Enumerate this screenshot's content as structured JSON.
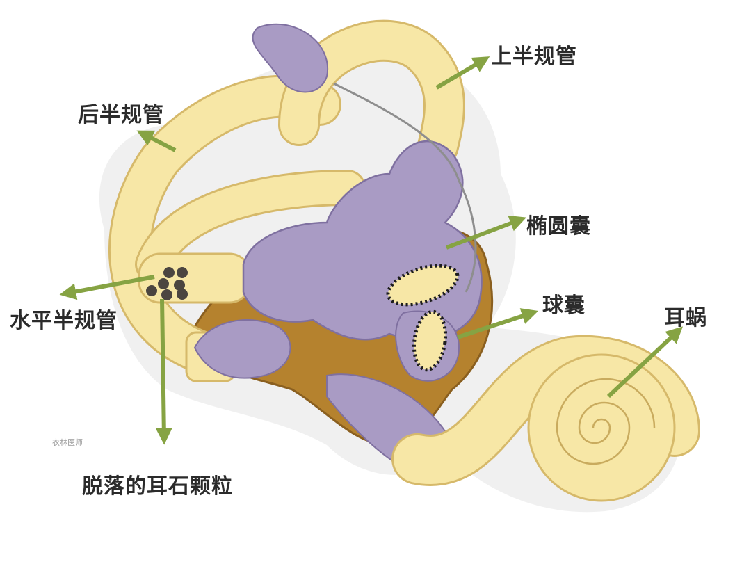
{
  "labels": {
    "superior_canal": "上半规管",
    "posterior_canal": "后半规管",
    "utricle": "椭圆囊",
    "saccule": "球囊",
    "cochlea": "耳蜗",
    "horizontal_canal": "水平半规管",
    "otoliths": "脱落的耳石颗粒"
  },
  "watermark": "衣林医师",
  "colors": {
    "canal": "#f7e7a6",
    "canal_outline": "#d6b96a",
    "membrane": "#a99bc4",
    "membrane_outline": "#7f70a0",
    "cavity": "#b5822e",
    "arrow": "#86a343",
    "text": "#2b2b2b"
  }
}
